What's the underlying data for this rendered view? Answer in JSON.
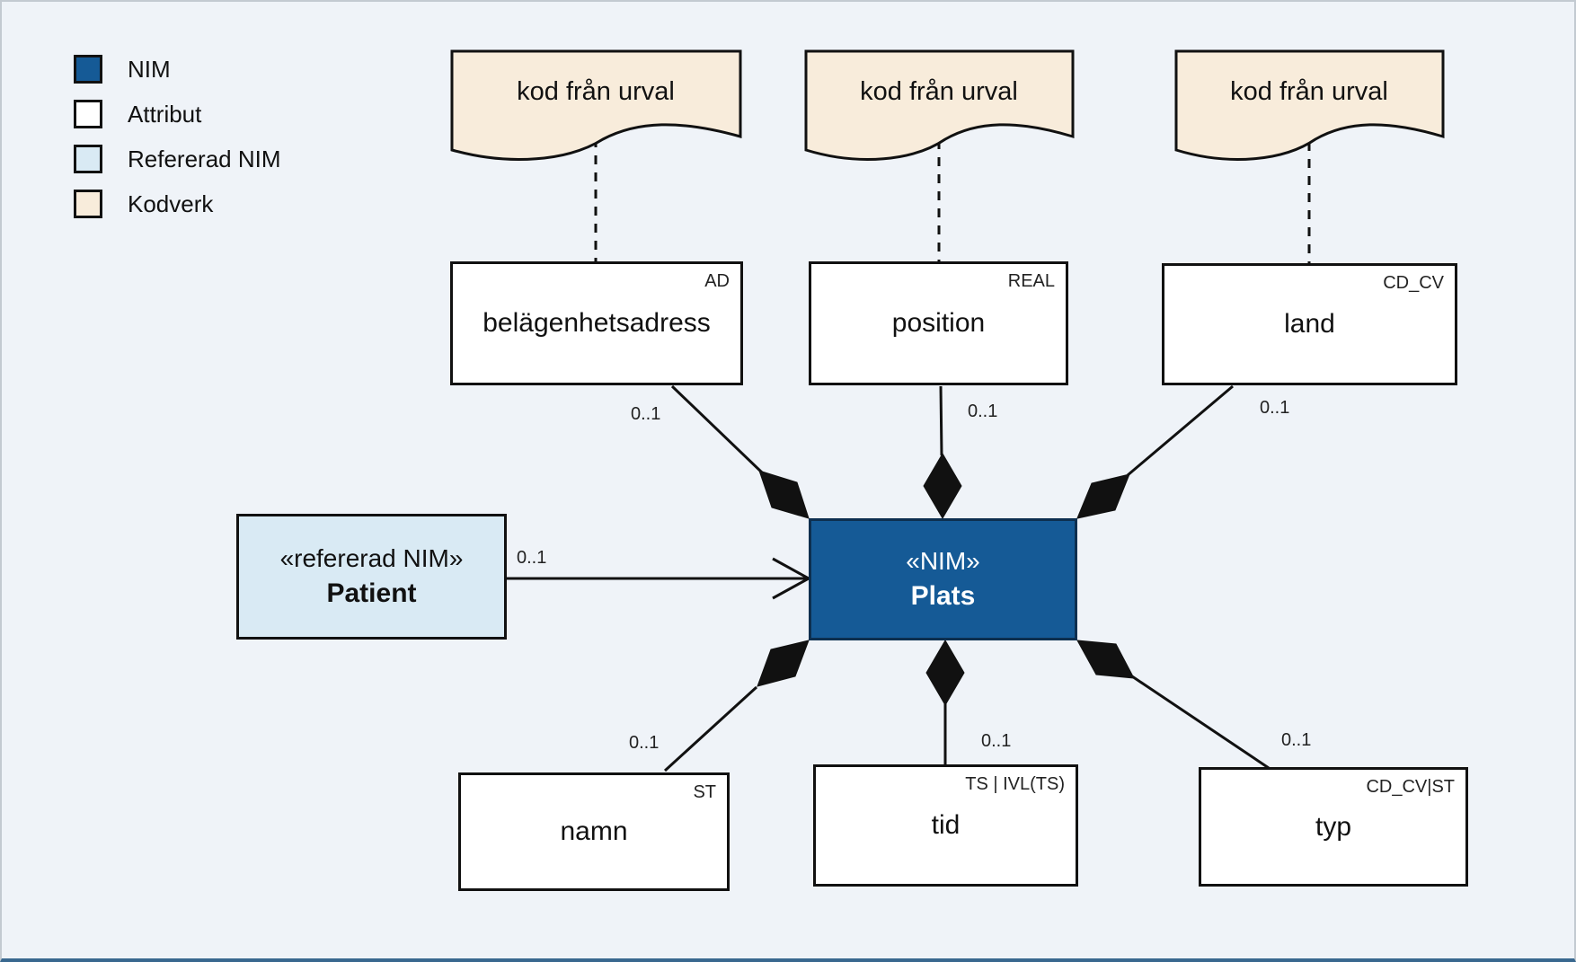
{
  "legend": {
    "items": [
      {
        "label": "NIM",
        "color": "#155A96"
      },
      {
        "label": "Attribut",
        "color": "#FFFFFF"
      },
      {
        "label": "Refererad NIM",
        "color": "#D9EAF4"
      },
      {
        "label": "Kodverk",
        "color": "#F8ECDB"
      }
    ]
  },
  "codebooks": [
    {
      "label": "kod från urval"
    },
    {
      "label": "kod från urval"
    },
    {
      "label": "kod från urval"
    }
  ],
  "attributes": {
    "belagenhetsadress": {
      "name": "belägenhetsadress",
      "type": "AD"
    },
    "position": {
      "name": "position",
      "type": "REAL"
    },
    "land": {
      "name": "land",
      "type": "CD_CV"
    },
    "namn": {
      "name": "namn",
      "type": "ST"
    },
    "tid": {
      "name": "tid",
      "type": "TS | IVL(TS)"
    },
    "typ": {
      "name": "typ",
      "type": "CD_CV|ST"
    }
  },
  "nim": {
    "stereotype": "«NIM»",
    "name": "Plats"
  },
  "referenced_nim": {
    "stereotype": "«refererad NIM»",
    "name": "Patient"
  },
  "multiplicity": {
    "patient": "0..1",
    "belagenhetsadress": "0..1",
    "position": "0..1",
    "land": "0..1",
    "namn": "0..1",
    "tid": "0..1",
    "typ": "0..1"
  },
  "colors": {
    "nim_fill": "#155A96",
    "referenced_fill": "#D9EAF4",
    "kodverk_fill": "#F8ECDB",
    "background": "#EFF3F8",
    "line": "#111111"
  }
}
